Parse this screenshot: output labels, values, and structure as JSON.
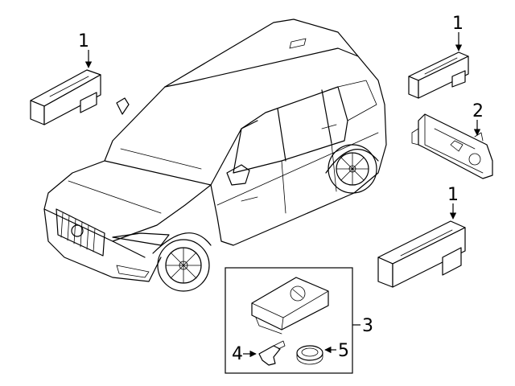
{
  "callouts": [
    {
      "id": "c1a",
      "label": "1"
    },
    {
      "id": "c1b",
      "label": "1"
    },
    {
      "id": "c2",
      "label": "2"
    },
    {
      "id": "c1c",
      "label": "1"
    },
    {
      "id": "c3",
      "label": "3"
    },
    {
      "id": "c4",
      "label": "4"
    },
    {
      "id": "c5",
      "label": "5"
    }
  ]
}
